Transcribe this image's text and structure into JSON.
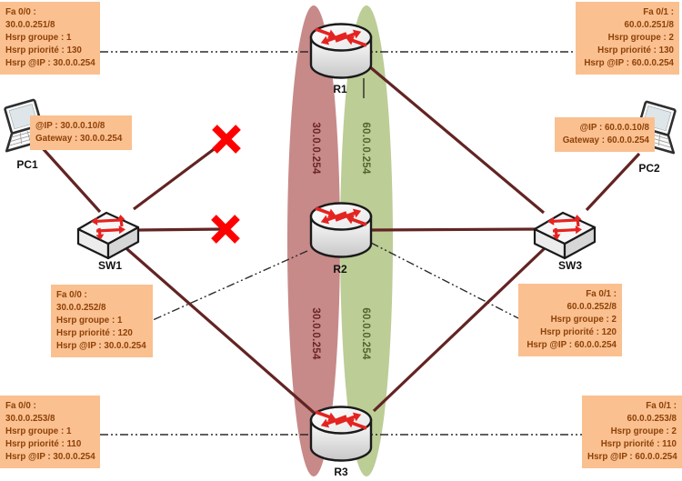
{
  "diagram_type": "HSRP redundancy network topology",
  "colors": {
    "label_bg": "#FAC090",
    "label_text": "#8F4108",
    "link_line": "#622423",
    "track_line": "#2B2B2B",
    "red_network_fill": "#C78A89",
    "red_network_text": "#6B2426",
    "green_network_fill": "#BCCD96",
    "green_network_text": "#55642A",
    "broken_link_x": "#FF0000",
    "device_arrow_red": "#E42320"
  },
  "devices": {
    "r1": "R1",
    "r2": "R2",
    "r3": "R3",
    "sw1": "SW1",
    "sw3": "SW3",
    "pc1": "PC1",
    "pc2": "PC2"
  },
  "networks": {
    "red_vip": "30.0.0.254",
    "green_vip": "60.0.0.254"
  },
  "boxes": {
    "r1_left": {
      "lines": [
        "Fa 0/0 :",
        "30.0.0.251/8",
        "Hsrp groupe : 1",
        "Hsrp priorité : 130",
        "Hsrp @IP : 30.0.0.254"
      ]
    },
    "r1_right": {
      "lines": [
        "Fa 0/1 :",
        "60.0.0.251/8",
        "Hsrp groupe : 2",
        "Hsrp priorité : 130",
        "Hsrp @IP : 60.0.0.254"
      ]
    },
    "pc1": {
      "lines": [
        "@IP : 30.0.0.10/8",
        "Gateway : 30.0.0.254"
      ]
    },
    "pc2": {
      "lines": [
        "@IP : 60.0.0.10/8",
        "Gateway : 60.0.0.254"
      ]
    },
    "r2_left": {
      "lines": [
        "Fa 0/0 :",
        "30.0.0.252/8",
        "Hsrp groupe : 1",
        "Hsrp priorité : 120",
        "Hsrp @IP : 30.0.0.254"
      ]
    },
    "r2_right": {
      "lines": [
        "Fa 0/1 :",
        "60.0.0.252/8",
        "Hsrp groupe : 2",
        "Hsrp priorité : 120",
        "Hsrp @IP : 60.0.0.254"
      ]
    },
    "r3_left": {
      "lines": [
        "Fa 0/0 :",
        "30.0.0.253/8",
        "Hsrp groupe : 1",
        "Hsrp priorité : 110",
        "Hsrp @IP : 30.0.0.254"
      ]
    },
    "r3_right": {
      "lines": [
        "Fa 0/1 :",
        "60.0.0.253/8",
        "Hsrp groupe : 2",
        "Hsrp priorité : 110",
        "Hsrp @IP : 60.0.0.254"
      ]
    }
  }
}
